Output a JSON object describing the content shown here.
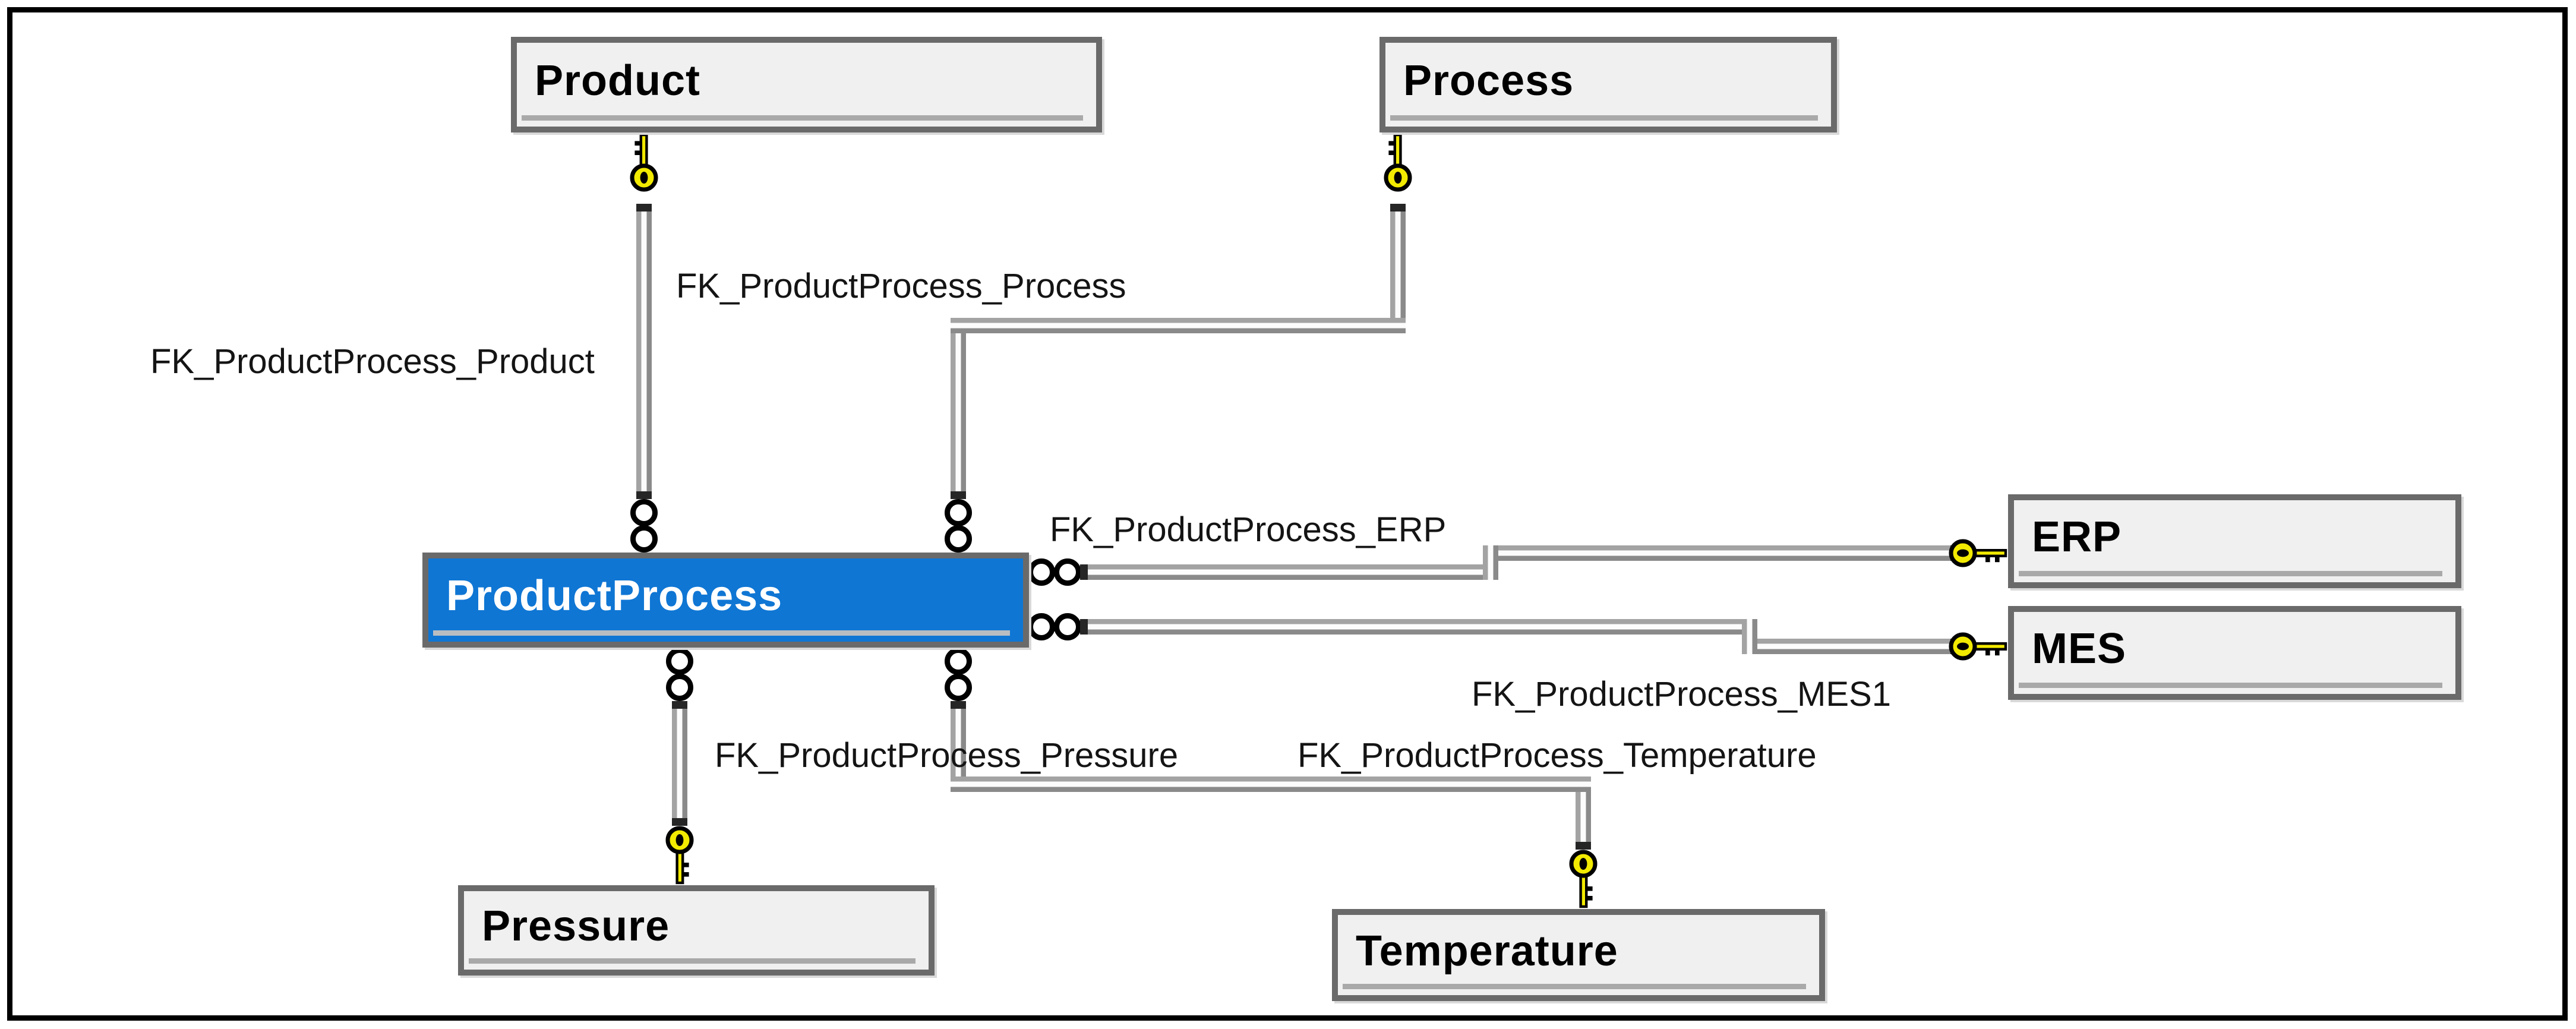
{
  "diagram": {
    "tables": [
      {
        "name": "Product"
      },
      {
        "name": "Process"
      },
      {
        "name": "ProductProcess"
      },
      {
        "name": "ERP"
      },
      {
        "name": "MES"
      },
      {
        "name": "Pressure"
      },
      {
        "name": "Temperature"
      }
    ],
    "selected_table": "ProductProcess",
    "relationships": [
      {
        "label": "FK_ProductProcess_Product",
        "from": "ProductProcess",
        "to": "Product"
      },
      {
        "label": "FK_ProductProcess_Process",
        "from": "ProductProcess",
        "to": "Process"
      },
      {
        "label": "FK_ProductProcess_ERP",
        "from": "ProductProcess",
        "to": "ERP"
      },
      {
        "label": "FK_ProductProcess_MES1",
        "from": "ProductProcess",
        "to": "MES"
      },
      {
        "label": "FK_ProductProcess_Pressure",
        "from": "ProductProcess",
        "to": "Pressure"
      },
      {
        "label": "FK_ProductProcess_Temperature",
        "from": "ProductProcess",
        "to": "Temperature"
      }
    ],
    "colors": {
      "selected_header": "#0f76d4",
      "table_fill": "#f0f0f0",
      "table_border": "#6a6a6a",
      "line_gray": "#a3a3a3",
      "key_yellow": "#f2ea00",
      "frame": "#000000"
    }
  }
}
